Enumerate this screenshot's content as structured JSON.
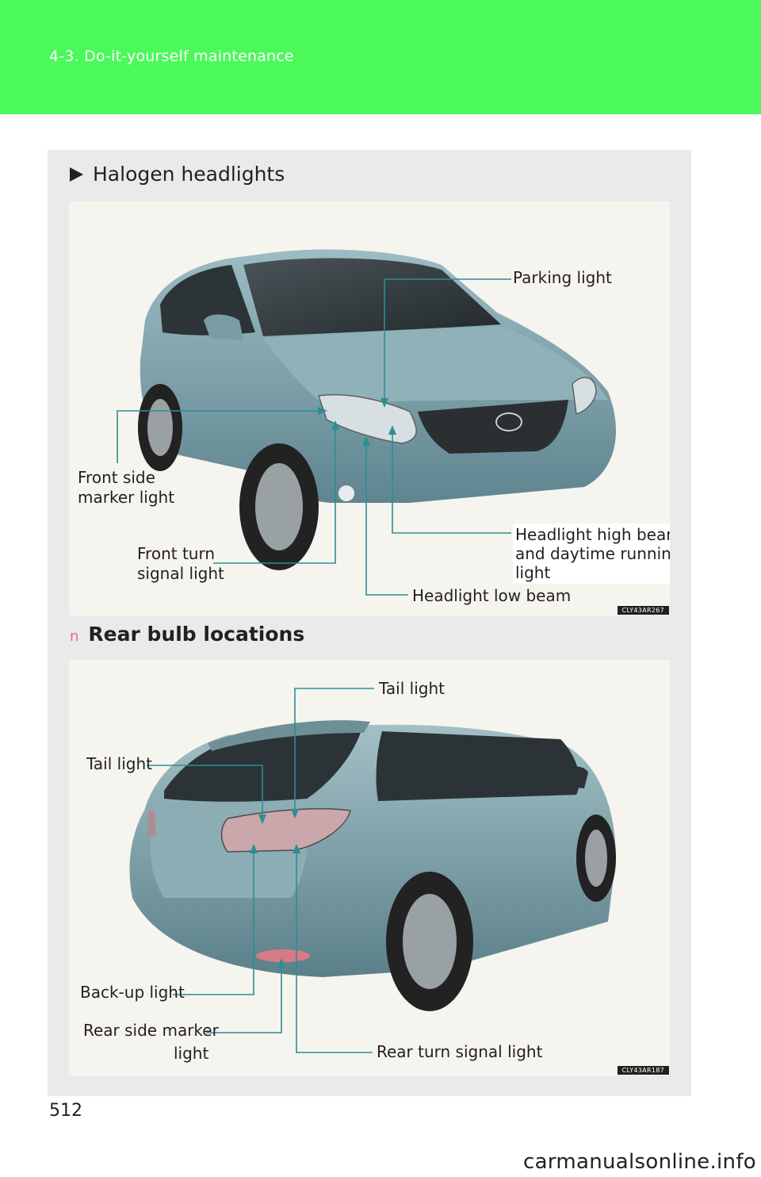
{
  "header": {
    "section_title": "4-3. Do-it-yourself maintenance",
    "color": "#4cf95a"
  },
  "halogen": {
    "title": "Halogen headlights",
    "image_code": "CLY43AR267",
    "labels": {
      "parking_light": "Parking light",
      "front_side_marker_line1": "Front side",
      "front_side_marker_line2": "marker light",
      "front_turn_line1": "Front turn",
      "front_turn_line2": "signal light",
      "high_beam_line1": "Headlight high beam",
      "high_beam_line2": "and daytime running",
      "high_beam_line3": "light",
      "low_beam": "Headlight low beam"
    }
  },
  "rear": {
    "title": "Rear bulb locations",
    "image_code": "CLY43AR187",
    "labels": {
      "tail_light_right": "Tail light",
      "tail_light_left": "Tail light",
      "back_up_light": "Back-up light",
      "rear_side_marker_line1": "Rear side marker",
      "rear_side_marker_line2": "light",
      "rear_turn_signal": "Rear turn signal light"
    }
  },
  "page_number": "512",
  "watermark": "carmanualsonline.info",
  "colors": {
    "leader_line": "#2a8f95",
    "car_body": "#7fa3ab",
    "panel": "#e9eaea"
  }
}
